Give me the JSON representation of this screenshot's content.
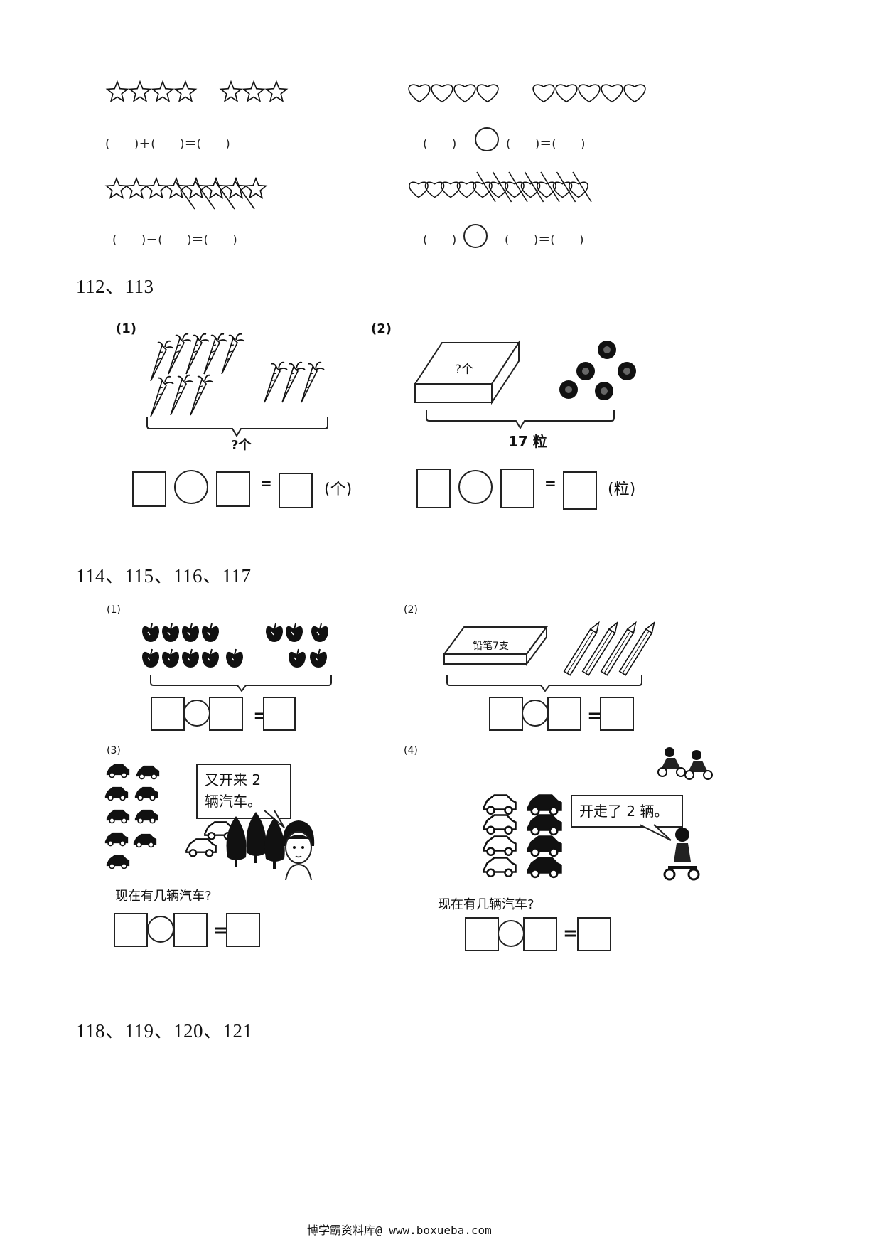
{
  "section_a": {
    "row1_left_formula": "(　　)＋(　　)＝(　　)",
    "row1_right_formula_left": "(　　)",
    "row1_right_formula_right": "(　　)＝(　　)",
    "row2_left_formula": "(　　)－(　　)＝(　　)",
    "row2_right_formula_left": "(　　)",
    "row2_right_formula_right": "(　　)＝(　　)"
  },
  "headings": {
    "h1": "112、113",
    "h2": "114、115、116、117",
    "h3": "118、119、120、121"
  },
  "problem_112": {
    "number": "(1)",
    "brace_label": "?个",
    "equals": "=",
    "unit": "(个)"
  },
  "problem_113": {
    "number": "(2)",
    "box_label": "?个",
    "brace_label": "17 粒",
    "equals": "=",
    "unit": "(粒)"
  },
  "problem_114": {
    "number": "(1)",
    "equals": "="
  },
  "problem_115": {
    "number": "(2)",
    "box_label": "铅笔7支",
    "equals": "="
  },
  "problem_116": {
    "number": "(3)",
    "speech_line1": "又开来 2",
    "speech_line2": "辆汽车。",
    "question": "现在有几辆汽车?",
    "equals": "="
  },
  "problem_117": {
    "number": "(4)",
    "speech": "开走了 2 辆。",
    "question": "现在有几辆汽车?",
    "equals": "="
  },
  "footer": {
    "text": "博学霸资料库@ www.boxueba.com"
  },
  "icons": {
    "star": "star-icon",
    "heart": "heart-icon",
    "carrot": "carrot-icon",
    "ball": "ball-icon",
    "apple": "apple-icon",
    "pencil": "pencil-icon",
    "car": "car-icon",
    "tree": "tree-icon",
    "girl": "girl-icon"
  }
}
